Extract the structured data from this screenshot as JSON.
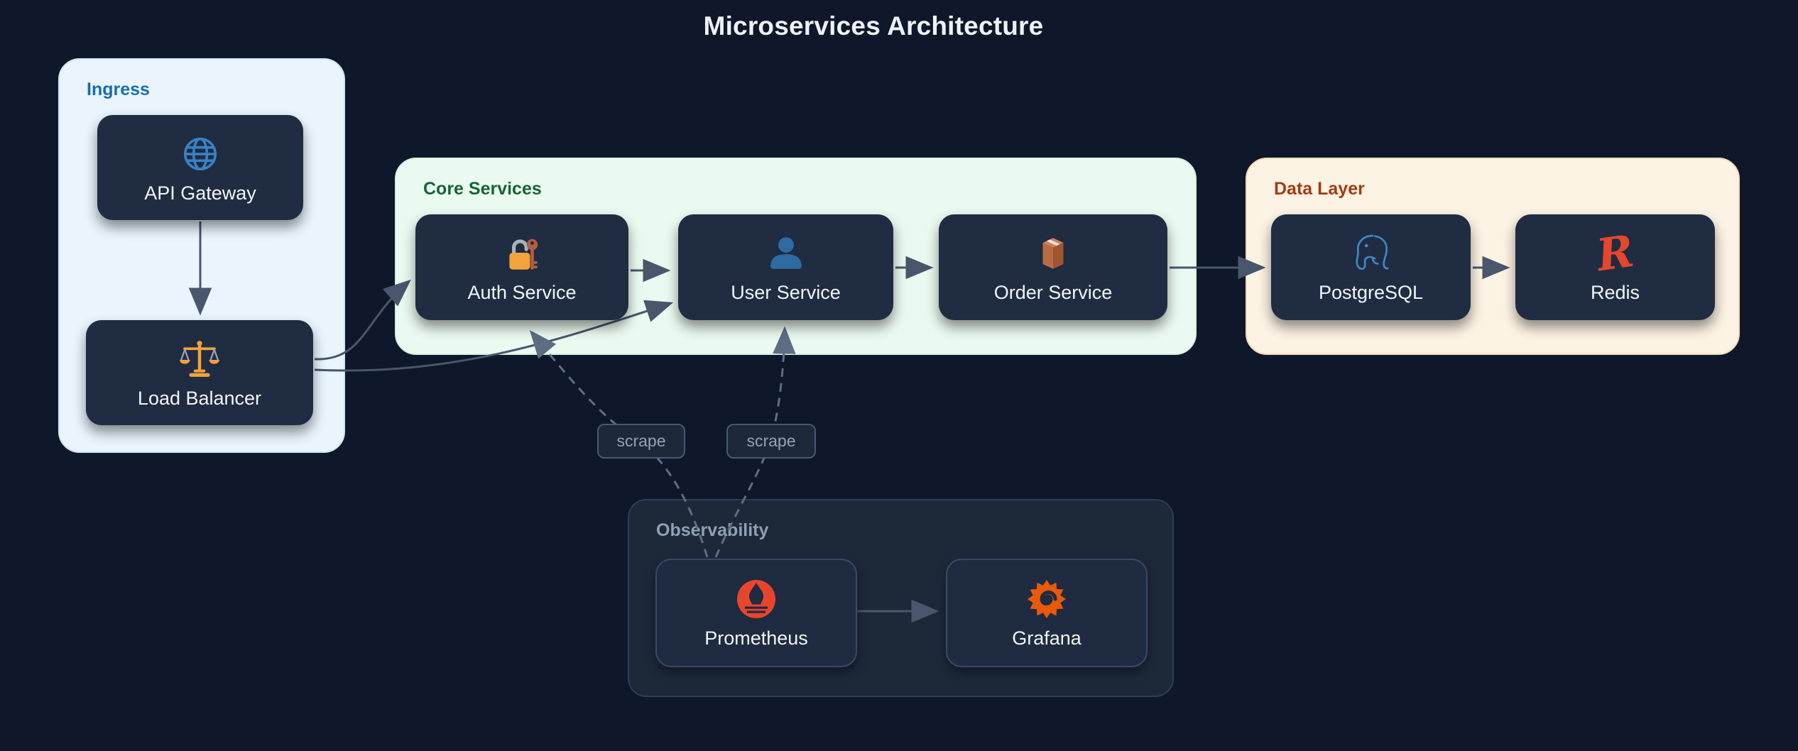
{
  "title": "Microservices Architecture",
  "groups": {
    "ingress": {
      "label": "Ingress",
      "accent": "#1a6dad",
      "bg": "#e9f4fd"
    },
    "core": {
      "label": "Core Services",
      "accent": "#166534",
      "bg": "#ebfaf0"
    },
    "data": {
      "label": "Data Layer",
      "accent": "#a33b12",
      "bg": "#fdf3e4"
    },
    "observability": {
      "label": "Observability",
      "accent": "#8fa0b5",
      "bg": "#1d2839"
    }
  },
  "nodes": {
    "api_gateway": {
      "label": "API Gateway",
      "icon": "globe-icon",
      "icon_color": "#3b82c6"
    },
    "load_balancer": {
      "label": "Load Balancer",
      "icon": "balance-scale-icon",
      "icon_color": "#f2a33c"
    },
    "auth_service": {
      "label": "Auth Service",
      "icon": "lock-key-icon",
      "icon_color": "#f2a33c"
    },
    "user_service": {
      "label": "User Service",
      "icon": "person-icon",
      "icon_color": "#2d6ca3"
    },
    "order_service": {
      "label": "Order Service",
      "icon": "package-icon",
      "icon_color": "#b96c44"
    },
    "postgresql": {
      "label": "PostgreSQL",
      "icon": "postgresql-elephant-icon",
      "icon_color": "#3f86c6"
    },
    "redis": {
      "label": "Redis",
      "icon": "redis-icon",
      "icon_color": "#e5472e"
    },
    "prometheus": {
      "label": "Prometheus",
      "icon": "prometheus-icon",
      "icon_color": "#e8452e"
    },
    "grafana": {
      "label": "Grafana",
      "icon": "grafana-icon",
      "icon_color": "#e8590c"
    }
  },
  "edges": [
    {
      "from": "api_gateway",
      "to": "load_balancer",
      "style": "solid"
    },
    {
      "from": "load_balancer",
      "to": "auth_service",
      "style": "solid"
    },
    {
      "from": "load_balancer",
      "to": "user_service",
      "style": "solid"
    },
    {
      "from": "auth_service",
      "to": "user_service",
      "style": "solid"
    },
    {
      "from": "user_service",
      "to": "order_service",
      "style": "solid"
    },
    {
      "from": "order_service",
      "to": "postgresql",
      "style": "solid"
    },
    {
      "from": "postgresql",
      "to": "redis",
      "style": "solid"
    },
    {
      "from": "prometheus",
      "to": "grafana",
      "style": "solid"
    },
    {
      "from": "prometheus",
      "to": "auth_service",
      "style": "dashed",
      "label": "scrape"
    },
    {
      "from": "prometheus",
      "to": "user_service",
      "style": "dashed",
      "label": "scrape"
    }
  ],
  "colors": {
    "page_bg": "#0f172a",
    "node_bg": "#202c41",
    "node_text": "#f2f6fa",
    "solid_edge": "#4a566b",
    "dashed_edge": "#5f6d84",
    "scrape_chip_border": "#49596f",
    "scrape_chip_text": "#94a3b4"
  }
}
